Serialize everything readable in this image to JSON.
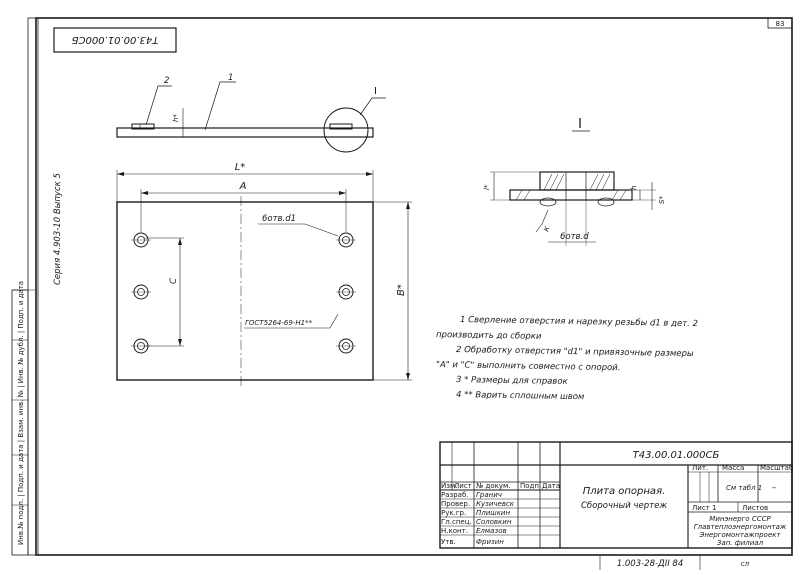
{
  "page_number": "83",
  "doc_code_stamp": "Т43.00.01.000СБ",
  "series": "Серия 4.903-10  Выпуск 5",
  "side_strip": "Инв.№ подл. | Подп. и дата | Взам. инв. № | Инв. № дубл. | Подп. и дата",
  "callouts": {
    "pos1": "1",
    "pos2": "2",
    "view": "I",
    "view_title": "I"
  },
  "dimensions": {
    "L": "L*",
    "A": "A",
    "B": "B*",
    "C": "C",
    "h": "h*",
    "holes": "6отв.d1",
    "holes_d": "6отв.d",
    "standard": "ГОСТ5264-69-Н1**",
    "l_star": "l*",
    "s_star": "S*",
    "k": "К",
    "h_small": "h"
  },
  "notes": [
    "1 Сверление отверстия и нарезку резьбы d1 в дет. 2",
    "производить до сборки",
    "2 Обработку отверстия \"d1\" и привязочные размеры",
    "\"А\" и \"С\" выполнить совместно с опорой.",
    "3 * Размеры для справок",
    "4 ** Варить сплошным швом"
  ],
  "title_block": {
    "code": "Т43.00.01.000СБ",
    "name_line1": "Плита опорная.",
    "name_line2": "Сборочный чертеж",
    "headers": [
      "Изм.",
      "Лист",
      "№ докум.",
      "Подп.",
      "Дата"
    ],
    "roles": [
      {
        "role": "Разраб.",
        "name": "Гранич"
      },
      {
        "role": "Провер.",
        "name": "Кузичевск"
      },
      {
        "role": "Рук.гр.",
        "name": "Плишкин"
      },
      {
        "role": "Гл.спец.",
        "name": "Соловкин"
      },
      {
        "role": "Н.конт.",
        "name": "Елмазов"
      },
      {
        "role": "Утв.",
        "name": "Фризин"
      }
    ],
    "lit_label": "Лит.",
    "mass_label": "Масса",
    "scale_label": "Масштаб",
    "mass_value": "См табл 1",
    "scale_value": "–",
    "sheet_label": "Лист 1",
    "sheets_label": "Листов",
    "org_lines": [
      "Минэнерго СССР",
      "Главтеплоэнергомонтаж",
      "Энергомонтажпроект",
      "Зап. филиал"
    ]
  },
  "footer": {
    "code": "1.003-28-ДII 84",
    "sheet": "сл"
  }
}
